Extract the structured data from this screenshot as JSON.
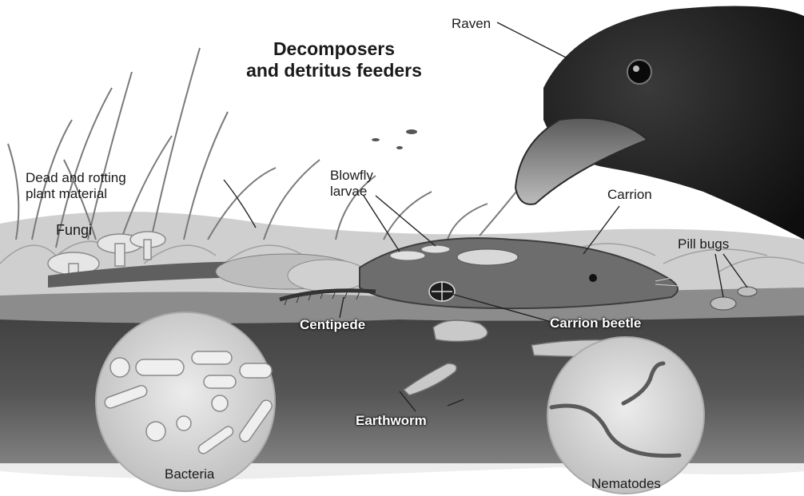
{
  "title": {
    "line1": "Decomposers",
    "line2": "and detritus feeders"
  },
  "labels": {
    "raven": "Raven",
    "dead_plant_1": "Dead and rotting",
    "dead_plant_2": "plant material",
    "blowfly_1": "Blowfly",
    "blowfly_2": "larvae",
    "carrion": "Carrion",
    "fungi": "Fungi",
    "pill_bugs": "Pill bugs",
    "centipede": "Centipede",
    "carrion_beetle": "Carrion beetle",
    "earthworm": "Earthworm",
    "bacteria": "Bacteria",
    "nematodes": "Nematodes"
  },
  "colors": {
    "soil": "#4a4a4a",
    "grass": "#d6d6d6",
    "raven": "#1c1c1c",
    "circle": "#d9d9d9"
  }
}
